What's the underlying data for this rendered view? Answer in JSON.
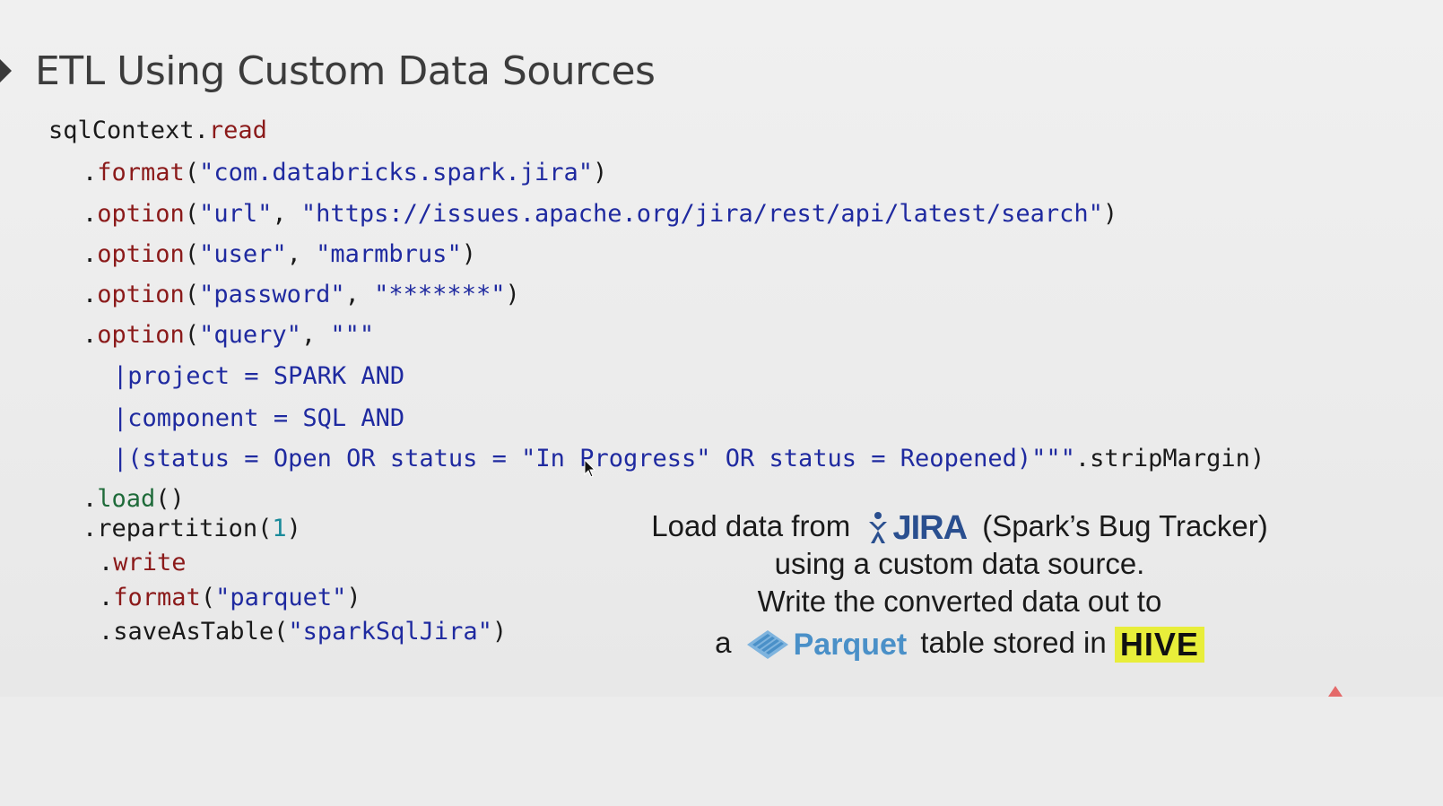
{
  "slide": {
    "title": "ETL Using Custom Data Sources"
  },
  "code": {
    "l1_obj": "sqlContext",
    "l1_dot": ".",
    "l1_method": "read",
    "l2_dot": ".",
    "l2_method": "format",
    "l2_open": "(",
    "l2_arg": "\"com.databricks.spark.jira\"",
    "l2_close": ")",
    "l3_dot": ".",
    "l3_method": "option",
    "l3_open": "(",
    "l3_arg1": "\"url\"",
    "l3_sep": ", ",
    "l3_arg2": "\"https://issues.apache.org/jira/rest/api/latest/search\"",
    "l3_close": ")",
    "l4_dot": ".",
    "l4_method": "option",
    "l4_open": "(",
    "l4_arg1": "\"user\"",
    "l4_sep": ", ",
    "l4_arg2": "\"marmbrus\"",
    "l4_close": ")",
    "l5_dot": ".",
    "l5_method": "option",
    "l5_open": "(",
    "l5_arg1": "\"password\"",
    "l5_sep": ", ",
    "l5_arg2": "\"*******\"",
    "l5_close": ")",
    "l6_dot": ".",
    "l6_method": "option",
    "l6_open": "(",
    "l6_arg1": "\"query\"",
    "l6_sep": ", ",
    "l6_arg2": "\"\"\"",
    "bar": "|",
    "l7_text": "project = SPARK AND",
    "l8_text": "component = SQL AND",
    "l9_text": "(status = Open OR status = \"In Progress\" OR status = Reopened)\"\"\"",
    "l9_tail": ".stripMargin)",
    "l10_dot": ".",
    "l10_method": "load",
    "l10_parens": "()",
    "l11_dot": ".",
    "l11_method": "repartition",
    "l11_open": "(",
    "l11_num": "1",
    "l11_close": ")",
    "l12_dot": ".",
    "l12_method": "write",
    "l13_dot": ".",
    "l13_method": "format",
    "l13_open": "(",
    "l13_arg": "\"parquet\"",
    "l13_close": ")",
    "l14_dot": ".",
    "l14_method": "saveAsTable",
    "l14_open": "(",
    "l14_arg": "\"sparkSqlJira\"",
    "l14_close": ")"
  },
  "caption": {
    "line1_pre": "Load data from",
    "jira_logo_text": "JIRA",
    "line1_post": "(Spark’s Bug Tracker)",
    "line2": "using a custom data source.",
    "line3": "Write the converted data out to",
    "line4_pre": "a",
    "parquet_logo_text": "Parquet",
    "line4_mid": "table stored in",
    "hive_logo_text": "HIVE"
  },
  "colors": {
    "method": "#8b1a1a",
    "string": "#1f2aa0",
    "load": "#1f6b3a",
    "number": "#1a8a9a",
    "jira": "#2a4f8f",
    "parquet": "#4a90c8",
    "hive_bg": "#e8ee3a"
  },
  "icons": {
    "bullet": "triangle-bullet-icon",
    "jira": "jira-logo-icon",
    "parquet": "parquet-logo-icon",
    "cursor": "mouse-cursor-icon"
  }
}
